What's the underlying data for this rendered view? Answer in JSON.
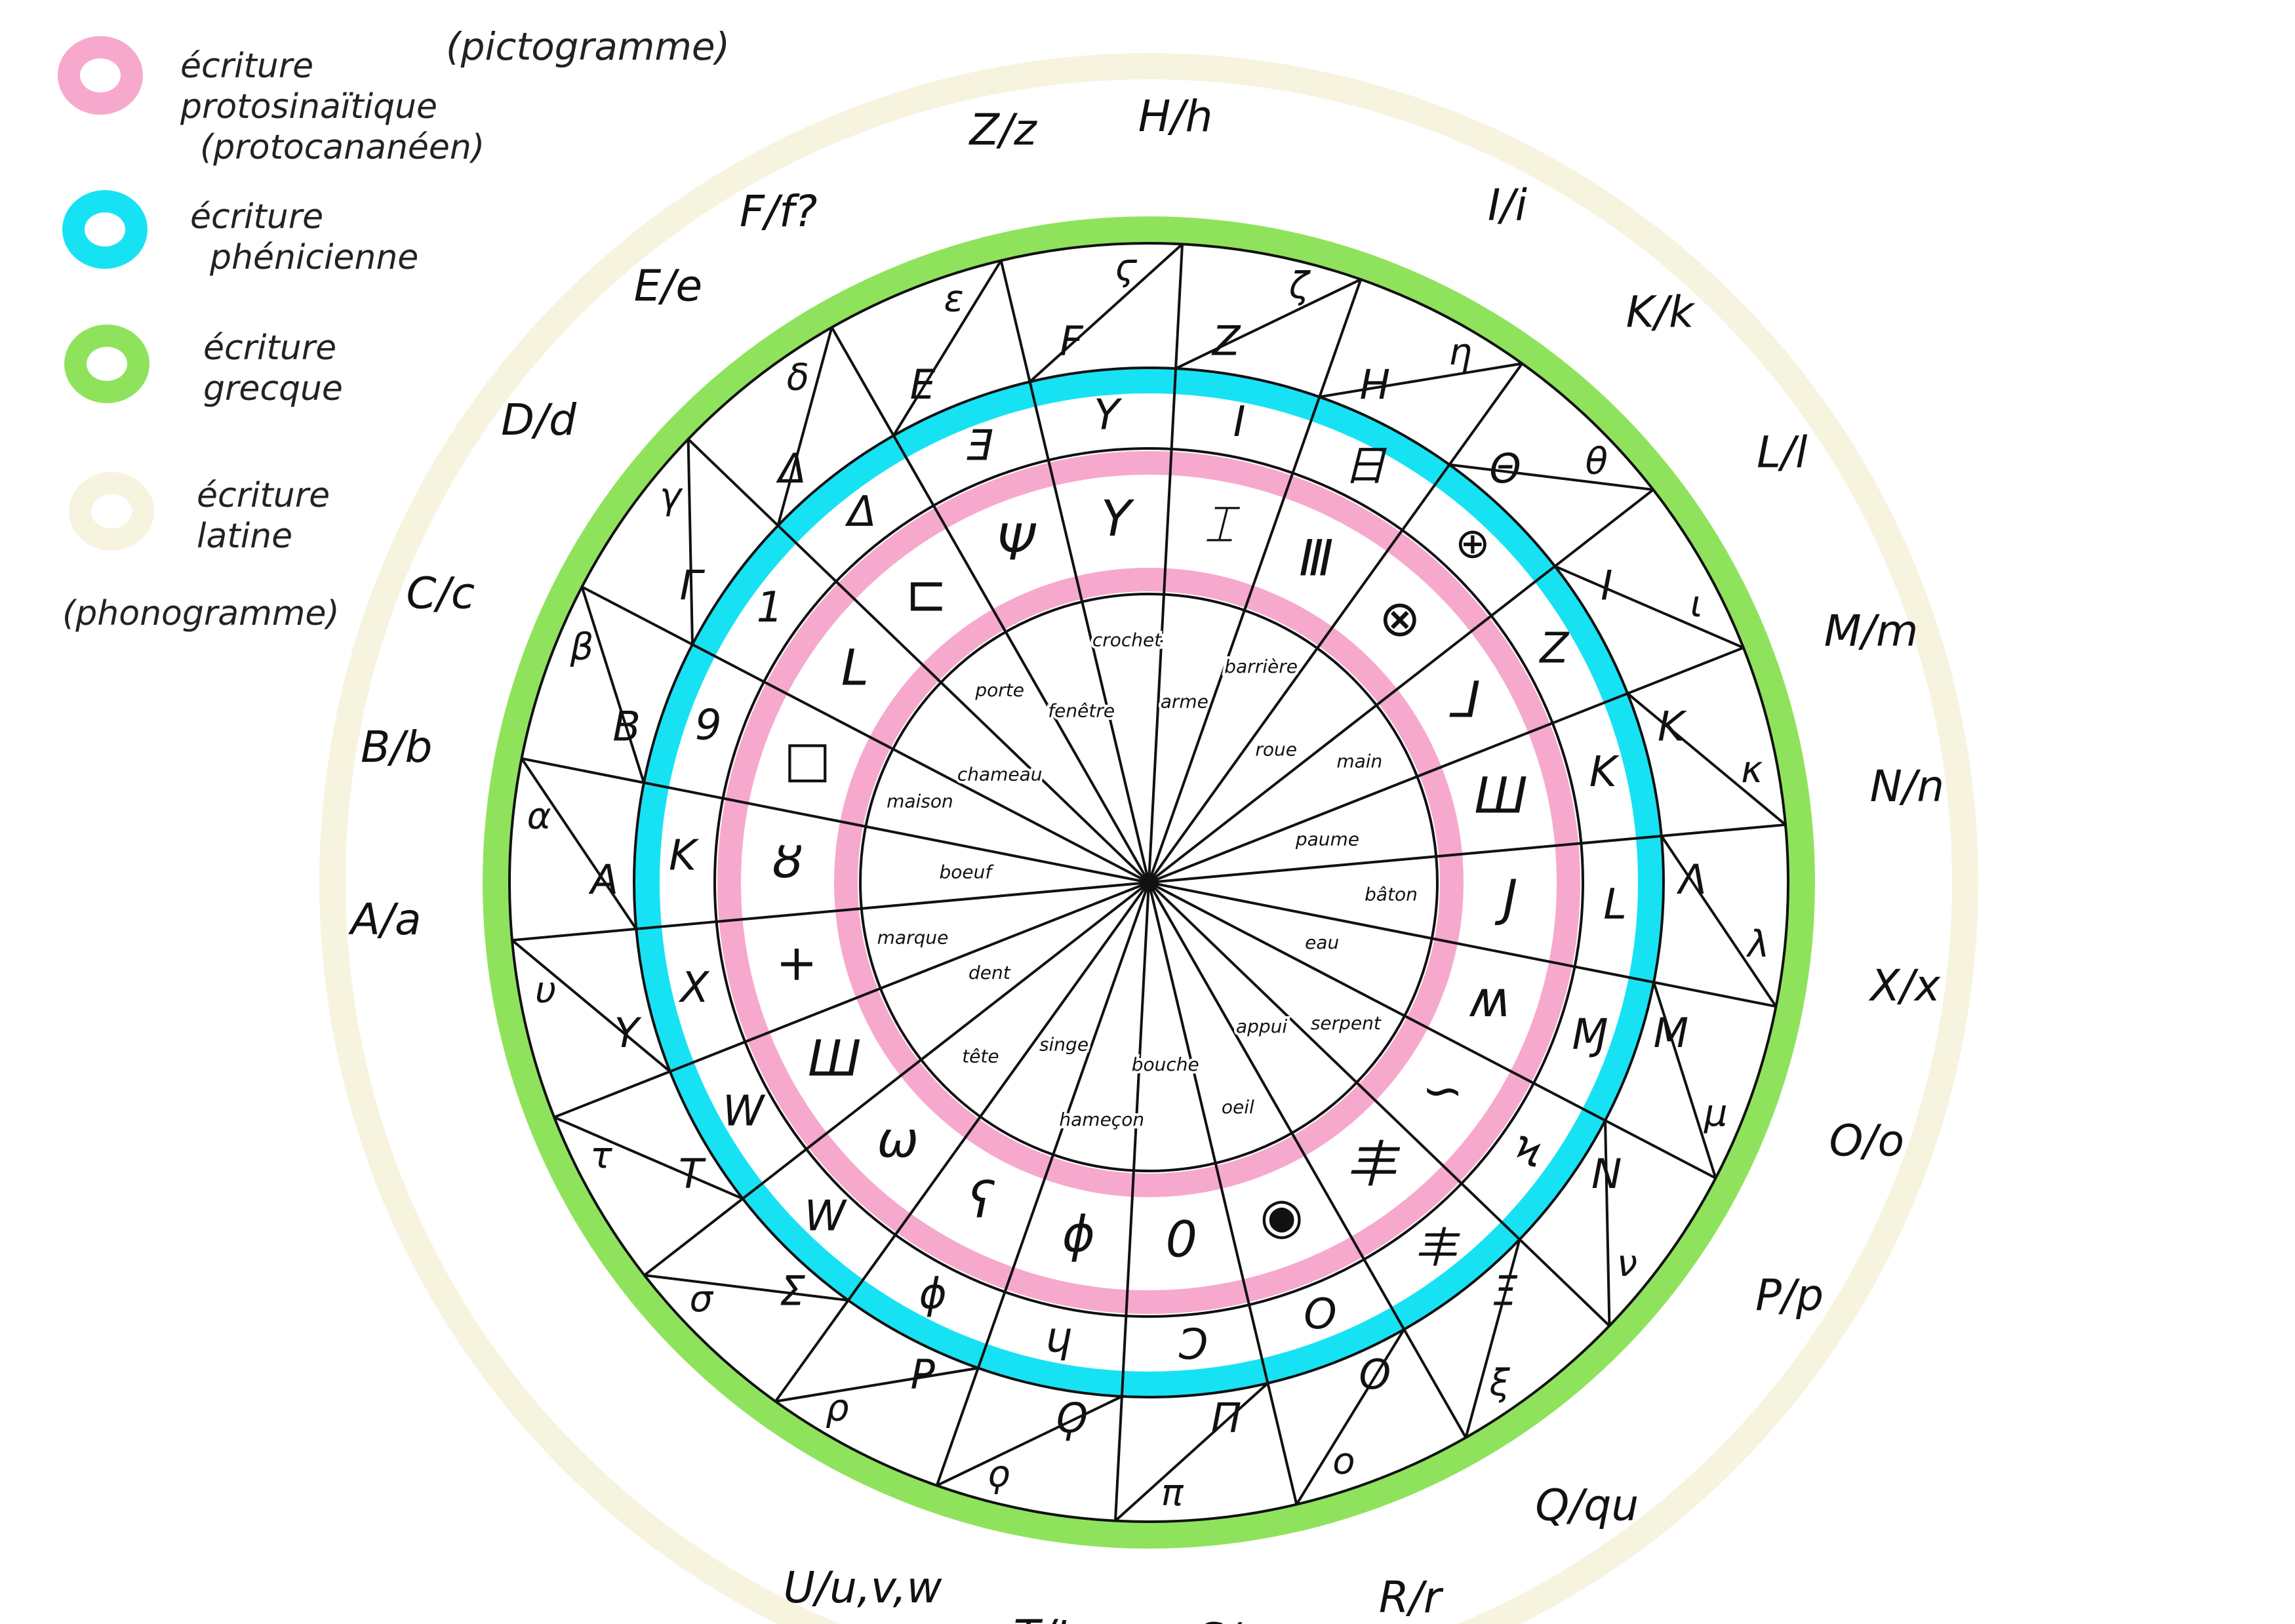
{
  "colors": {
    "proto_sinaitic": "#f6a9cd",
    "phoenician": "#17e2f4",
    "greek": "#8fe35c",
    "latin": "#f6f3df"
  },
  "legend": [
    {
      "lines": [
        "écriture",
        "protosinaïtique",
        "(protocananéen)"
      ],
      "note": "(pictogramme)",
      "color_key": "proto_sinaitic"
    },
    {
      "lines": [
        "écriture",
        "phénicienne"
      ],
      "color_key": "phoenician"
    },
    {
      "lines": [
        "écriture",
        "grecque"
      ],
      "color_key": "greek"
    },
    {
      "lines": [
        "écriture",
        "latine"
      ],
      "note": "(phonogramme)",
      "color_key": "latin"
    }
  ],
  "latin_labels": [
    "A/a",
    "B/b",
    "C/c",
    "D/d",
    "E/e",
    "F/f?",
    "Z/z",
    "H/h",
    "I/i",
    "K/k",
    "L/l",
    "M/m",
    "N/n",
    "X/x",
    "O/o",
    "P/p",
    "Q/qu",
    "R/r",
    "S/s",
    "T/t",
    "U/u,v,w"
  ],
  "sectors": [
    {
      "word": "boeuf",
      "proto": "ȣ",
      "phoenician": "K",
      "greek": [
        "A",
        "α"
      ]
    },
    {
      "word": "maison",
      "proto": "□",
      "phoenician": "9",
      "greek": [
        "B",
        "β"
      ]
    },
    {
      "word": "chameau",
      "proto": "L",
      "phoenician": "1",
      "greek": [
        "Γ",
        "γ"
      ]
    },
    {
      "word": "porte",
      "proto": "⊏",
      "phoenician": "Δ",
      "greek": [
        "Δ",
        "δ"
      ]
    },
    {
      "word": "fenêtre",
      "proto": "Ψ",
      "phoenician": "Ǝ",
      "greek": [
        "E",
        "ε"
      ]
    },
    {
      "word": "crochet",
      "proto": "Y",
      "phoenician": "Y",
      "greek": [
        "Ϝ",
        "ϛ"
      ]
    },
    {
      "word": "arme",
      "proto": "⌶",
      "phoenician": "I",
      "greek": [
        "Z",
        "ζ"
      ]
    },
    {
      "word": "barrière",
      "proto": "Ⅲ",
      "phoenician": "日",
      "greek": [
        "H",
        "η"
      ]
    },
    {
      "word": "roue",
      "proto": "⊗",
      "phoenician": "⊕",
      "greek": [
        "Θ",
        "θ"
      ]
    },
    {
      "word": "main",
      "proto": "⅃",
      "phoenician": "Z",
      "greek": [
        "I",
        "ι"
      ]
    },
    {
      "word": "paume",
      "proto": "Ш",
      "phoenician": "K",
      "greek": [
        "K",
        "κ"
      ]
    },
    {
      "word": "bâton",
      "proto": "J",
      "phoenician": "L",
      "greek": [
        "Λ",
        "λ"
      ]
    },
    {
      "word": "eau",
      "proto": "ʍ",
      "phoenician": "Ɱ",
      "greek": [
        "M",
        "μ"
      ]
    },
    {
      "word": "serpent",
      "proto": "∽",
      "phoenician": "Ϟ",
      "greek": [
        "N",
        "ν"
      ]
    },
    {
      "word": "appui",
      "proto": "丰",
      "phoenician": "丰",
      "greek": [
        "Ξ",
        "ξ"
      ]
    },
    {
      "word": "oeil",
      "proto": "◉",
      "phoenician": "O",
      "greek": [
        "O",
        "ο"
      ]
    },
    {
      "word": "bouche",
      "proto": "0",
      "phoenician": "Ɔ",
      "greek": [
        "Π",
        "π"
      ]
    },
    {
      "word": "hameçon",
      "proto": "ϕ",
      "phoenician": "ɥ",
      "greek": [
        "Ϙ",
        "ϙ"
      ]
    },
    {
      "word": "singe",
      "proto": "ʕ",
      "phoenician": "ϕ",
      "greek": [
        "P",
        "ρ"
      ]
    },
    {
      "word": "tête",
      "proto": "ω",
      "phoenician": "W",
      "greek": [
        "Σ",
        "σ"
      ]
    },
    {
      "word": "dent",
      "proto": "Ш",
      "phoenician": "W",
      "greek": [
        "T",
        "τ"
      ]
    },
    {
      "word": "marque",
      "proto": "+",
      "phoenician": "X",
      "greek": [
        "Y",
        "υ"
      ]
    }
  ]
}
